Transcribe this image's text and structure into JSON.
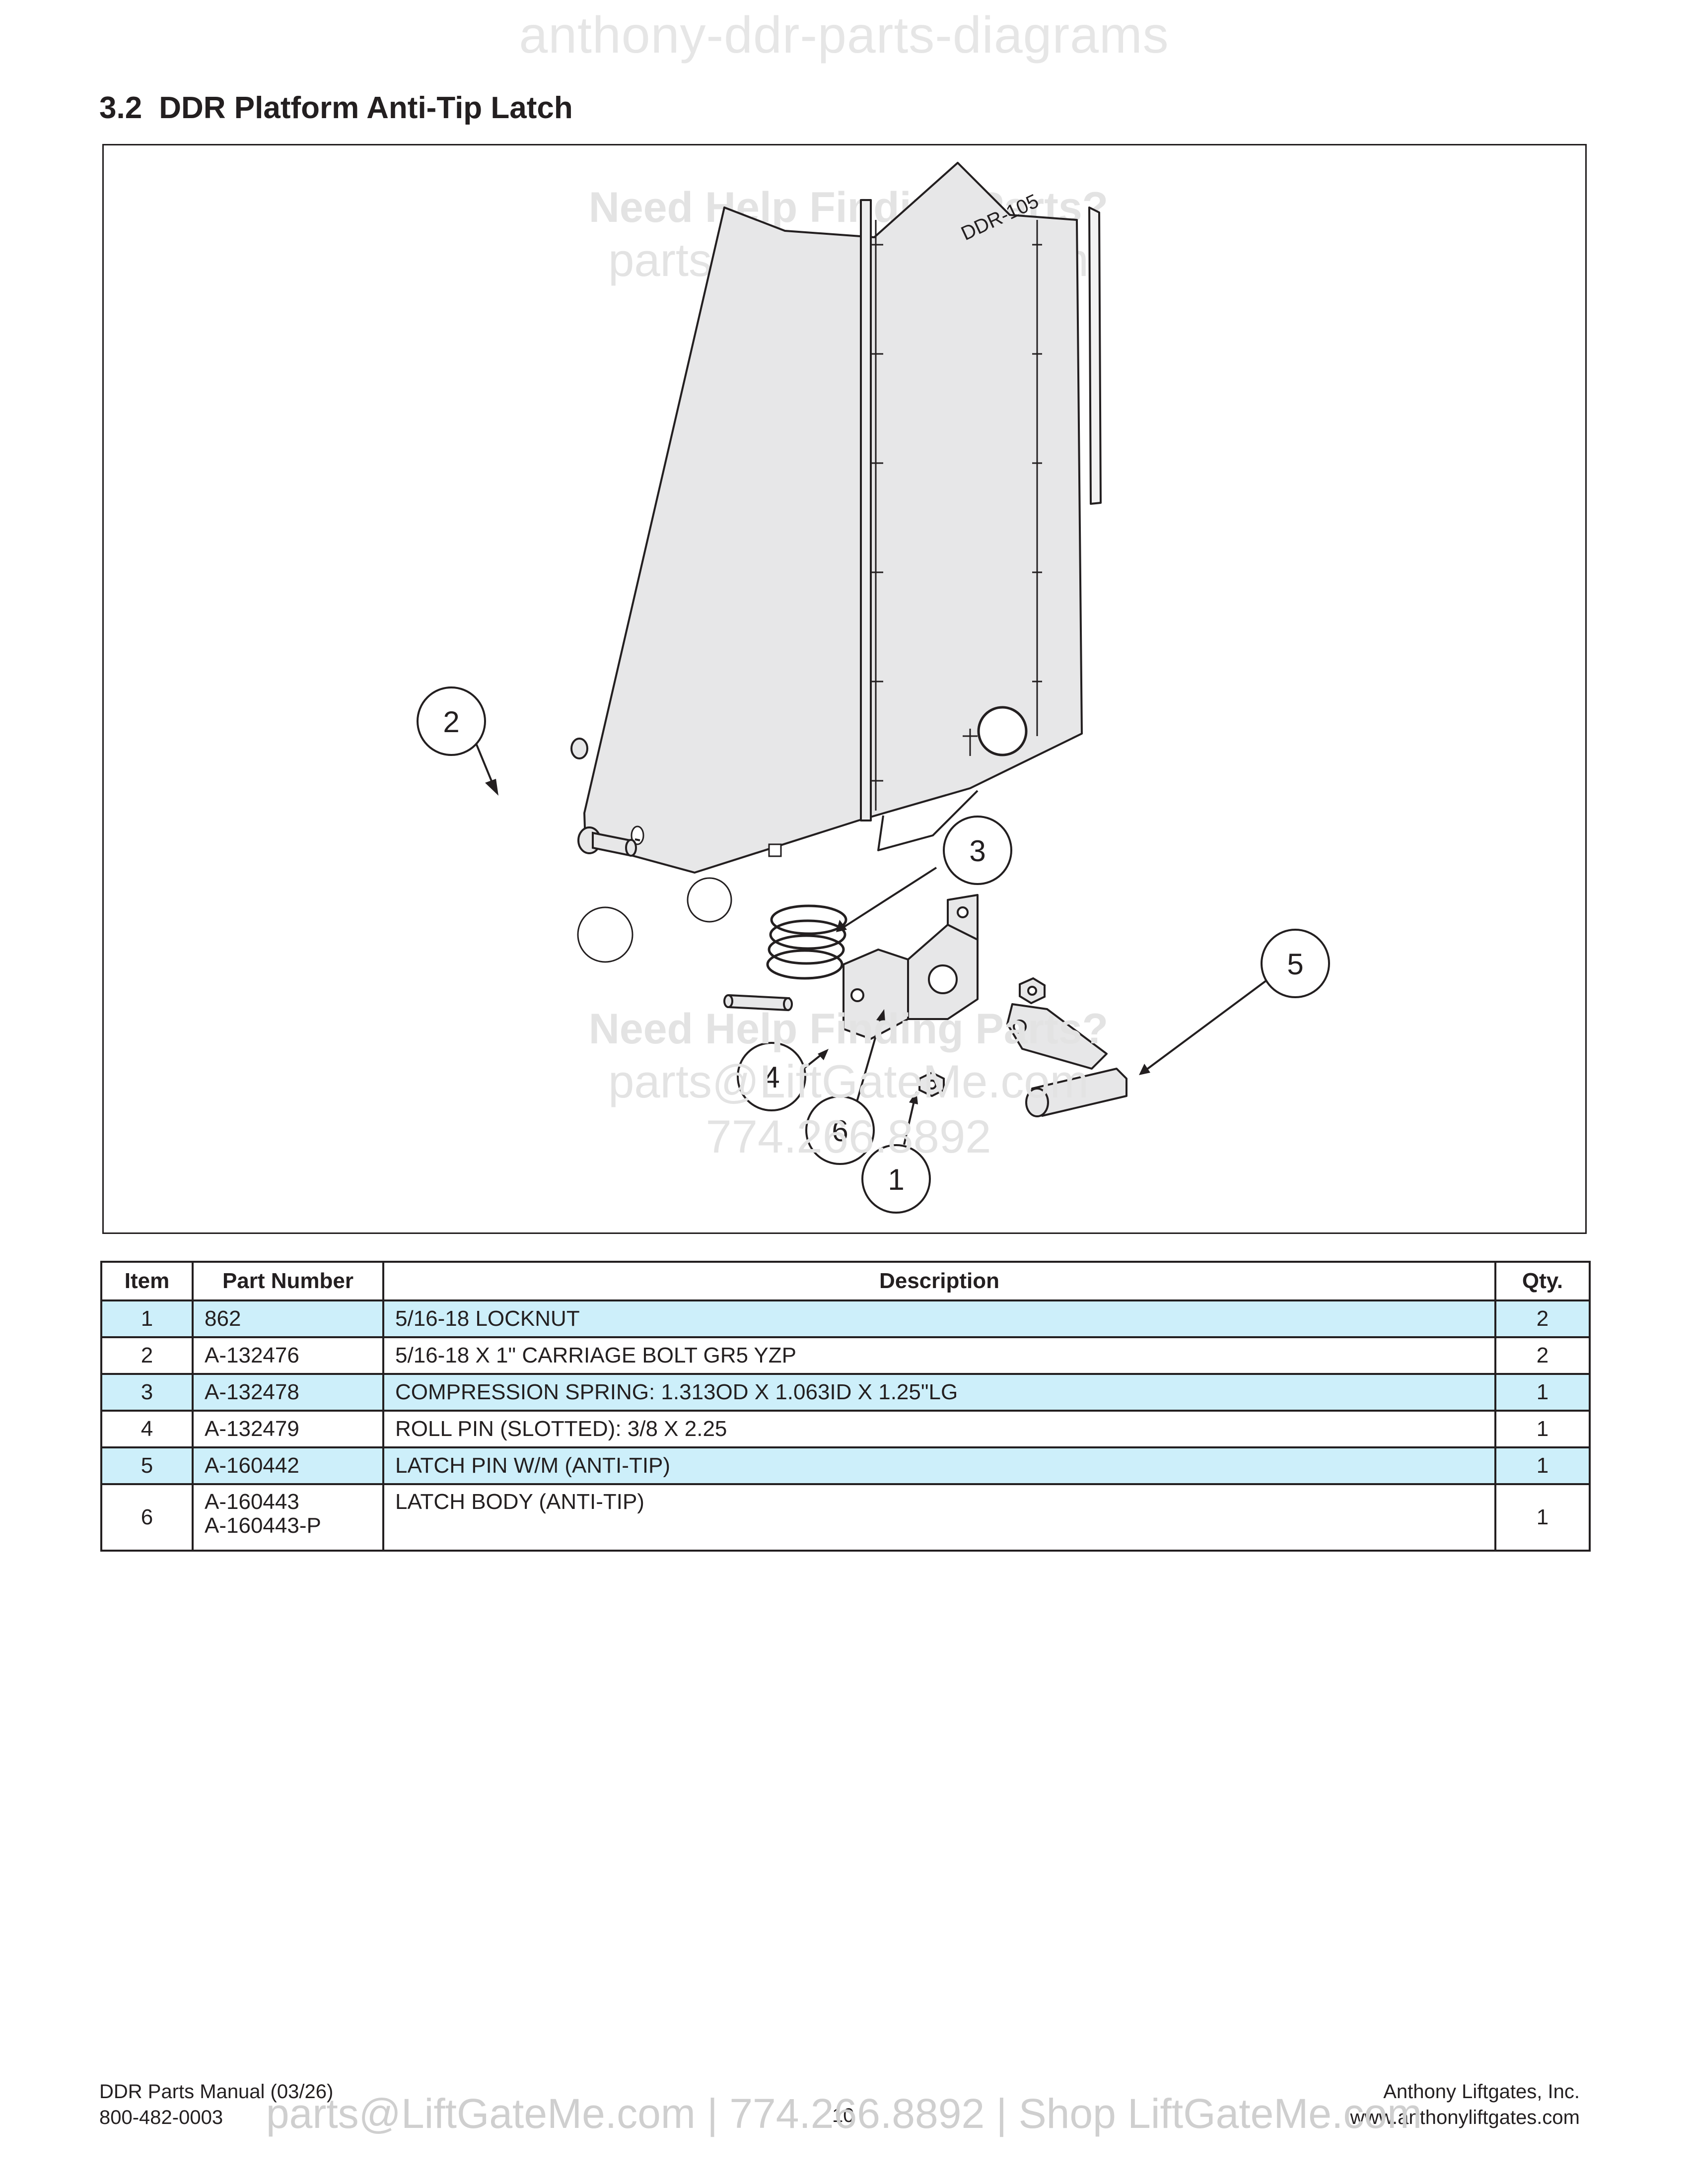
{
  "watermarks": {
    "top": "anthony-ddr-parts-diagrams",
    "help_line": "Need Help Finding Parts?",
    "email_line": "parts@LiftGateMe.com",
    "phone_line": "774.266.8892",
    "bottom": "parts@LiftGateMe.com | 774.266.8892 | Shop LiftGateMe.com"
  },
  "section": {
    "number": "3.2",
    "title": "DDR Platform Anti-Tip Latch"
  },
  "diagram": {
    "drawing_label": "DDR-105",
    "callouts": [
      "2",
      "3",
      "5",
      "4",
      "6",
      "1"
    ]
  },
  "table": {
    "headers": {
      "item": "Item",
      "part_number": "Part Number",
      "description": "Description",
      "qty": "Qty."
    },
    "rows": [
      {
        "item": "1",
        "part_number": "862",
        "part_number_alt": "",
        "description": "5/16-18 LOCKNUT",
        "qty": "2"
      },
      {
        "item": "2",
        "part_number": "A-132476",
        "part_number_alt": "",
        "description": "5/16-18 X 1\" CARRIAGE BOLT GR5 YZP",
        "qty": "2"
      },
      {
        "item": "3",
        "part_number": "A-132478",
        "part_number_alt": "",
        "description": "COMPRESSION SPRING: 1.313OD X 1.063ID X 1.25\"LG",
        "qty": "1"
      },
      {
        "item": "4",
        "part_number": "A-132479",
        "part_number_alt": "",
        "description": "ROLL PIN (SLOTTED): 3/8 X 2.25",
        "qty": "1"
      },
      {
        "item": "5",
        "part_number": "A-160442",
        "part_number_alt": "",
        "description": "LATCH PIN W/M (ANTI-TIP)",
        "qty": "1"
      },
      {
        "item": "6",
        "part_number": "A-160443",
        "part_number_alt": "A-160443-P",
        "description": "LATCH BODY (ANTI-TIP)",
        "qty": "1"
      }
    ]
  },
  "footer": {
    "manual": "DDR Parts Manual (03/26)",
    "phone": "800-482-0003",
    "page": "10",
    "company": "Anthony Liftgates, Inc.",
    "website": "www.anthonyliftgates.com"
  },
  "colors": {
    "row_shade": "#cdeffa",
    "line": "#231f20",
    "part_fill": "#e7e7e8",
    "watermark": "#e3e3e3"
  }
}
